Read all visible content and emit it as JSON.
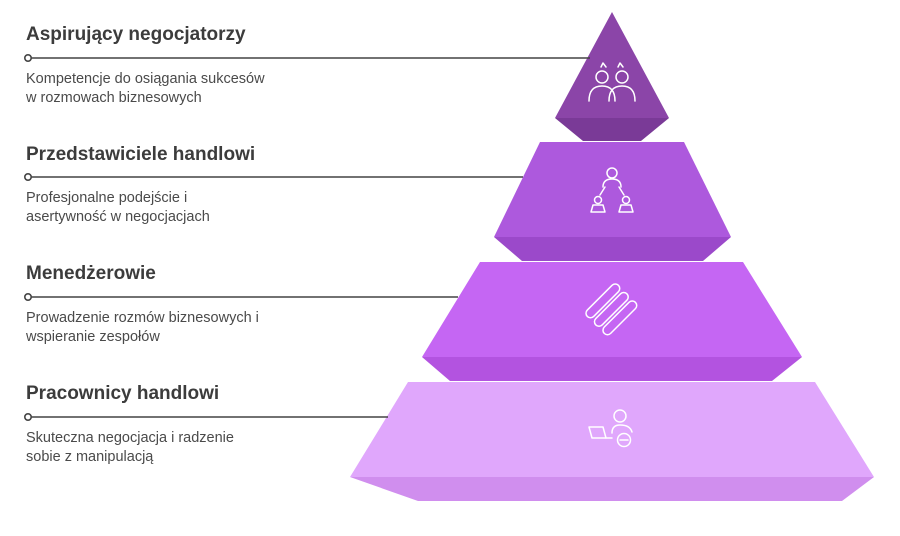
{
  "levels": [
    {
      "title": "Aspirujący negocjatorzy",
      "description_line1": "Kompetencje do osiągania sukcesów",
      "description_line2": "w rozmowach biznesowych",
      "color": "#8b45a8",
      "shade": "#7a3a97",
      "icon": "two-people-icon"
    },
    {
      "title": "Przedstawiciele handlowi",
      "description_line1": "Profesjonalne podejście i",
      "description_line2": "asertywność w negocjacjach",
      "color": "#ad59dd",
      "shade": "#9b49ca",
      "icon": "team-hierarchy-icon"
    },
    {
      "title": "Menedżerowie",
      "description_line1": "Prowadzenie rozmów biznesowych i",
      "description_line2": "wspieranie zespołów",
      "color": "#c566f3",
      "shade": "#b353e0",
      "icon": "chain-links-icon"
    },
    {
      "title": "Pracownicy handlowi",
      "description_line1": "Skuteczna negocjacja i radzenie",
      "description_line2": "sobie z manipulacją",
      "color": "#e0a7fc",
      "shade": "#d08eee",
      "icon": "person-laptop-icon"
    }
  ],
  "colors": {
    "connector": "#444444",
    "icon_stroke": "#ffffff"
  }
}
